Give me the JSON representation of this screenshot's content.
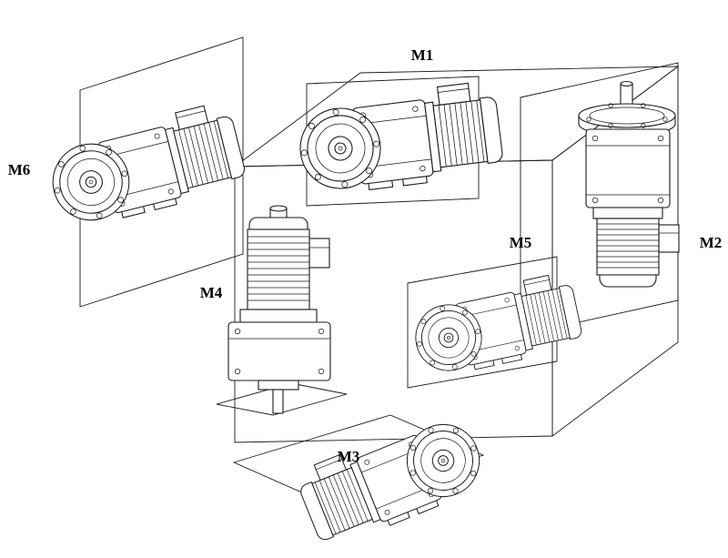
{
  "colors": {
    "line": "#1a1a1a",
    "background": "#ffffff",
    "label": "#000000"
  },
  "diagram": {
    "type": "gearmotor-mounting-positions",
    "positions": [
      {
        "id": "M1",
        "label": "M1",
        "view": "horizontal, output flange facing front-left, motor to the right, on vertical plane at top"
      },
      {
        "id": "M2",
        "label": "M2",
        "view": "vertical, output shaft pointing up, motor at bottom, on right vertical plane"
      },
      {
        "id": "M3",
        "label": "M3",
        "view": "horizontal tilted, output face toward upper right, motor toward lower left, on bottom plane"
      },
      {
        "id": "M4",
        "label": "M4",
        "view": "vertical, motor on top, output shaft pointing down onto small plane"
      },
      {
        "id": "M5",
        "label": "M5",
        "view": "horizontal, output flange facing front-left, on vertical plane at right of cube front"
      },
      {
        "id": "M6",
        "label": "M6",
        "view": "horizontal, output flange facing front-left, on left vertical plane"
      }
    ]
  }
}
